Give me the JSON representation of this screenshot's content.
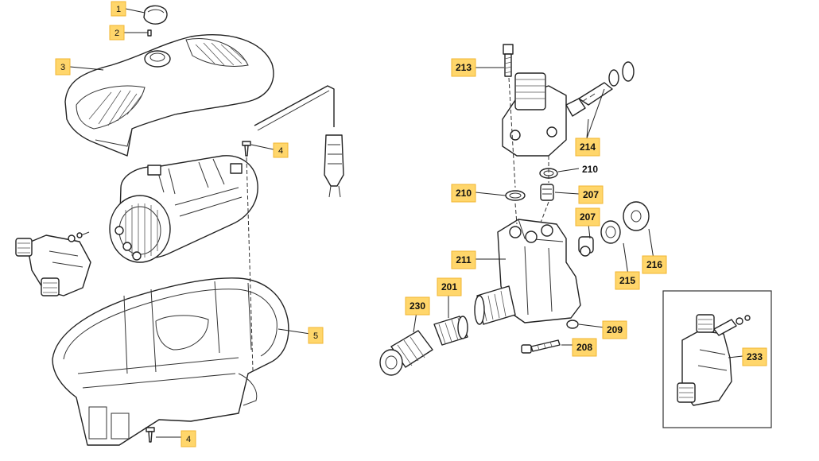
{
  "callouts": {
    "c1": "1",
    "c2": "2",
    "c3": "3",
    "c4a": "4",
    "c4b": "4",
    "c5": "5",
    "c213": "213",
    "c214": "214",
    "c210a": "210",
    "c210b": "210",
    "c207a": "207",
    "c207b": "207",
    "c211": "211",
    "c215": "215",
    "c216": "216",
    "c201": "201",
    "c230": "230",
    "c209": "209",
    "c208": "208",
    "c233": "233"
  },
  "colors": {
    "badge_fill": "#ffd66b",
    "badge_stroke": "#f2b632",
    "line": "#222222"
  }
}
